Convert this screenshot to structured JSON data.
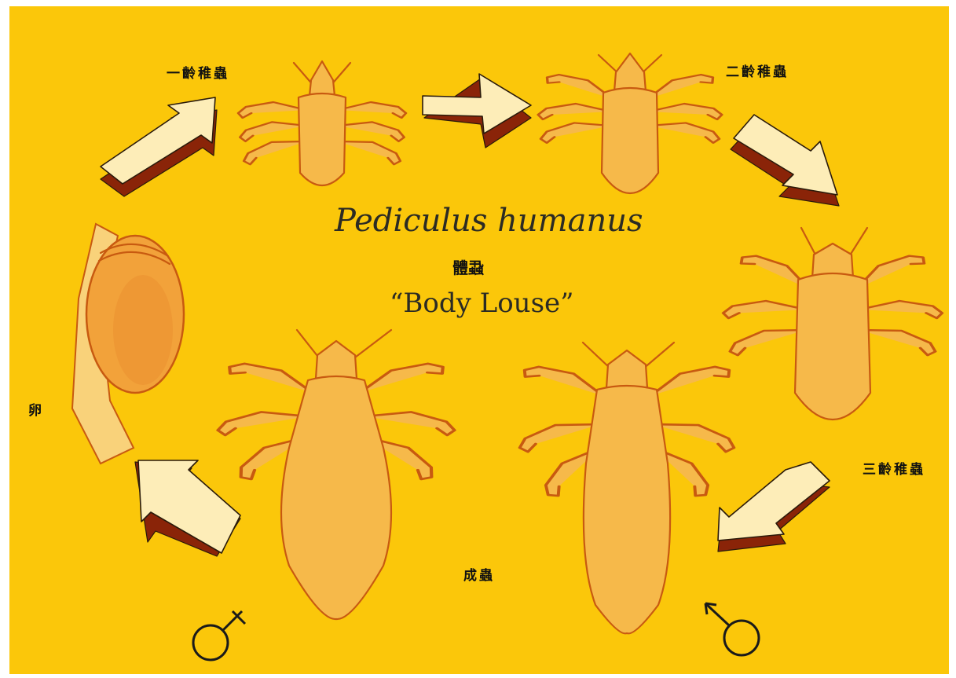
{
  "title_scientific": "Pediculus humanus",
  "title_chinese": "體蝨",
  "title_common": "“Body Louse”",
  "stages": {
    "egg": "卵",
    "nymph1": "一齡稚蟲",
    "nymph2": "二齡稚蟲",
    "nymph3": "三齡稚蟲",
    "adult": "成蟲"
  },
  "colors": {
    "background": "#fbc70a",
    "insect_stroke": "#c85a10",
    "arrow_shadow": "#8a2408"
  },
  "icons": [
    "female-symbol-icon",
    "male-symbol-icon",
    "cycle-arrow-icon"
  ]
}
